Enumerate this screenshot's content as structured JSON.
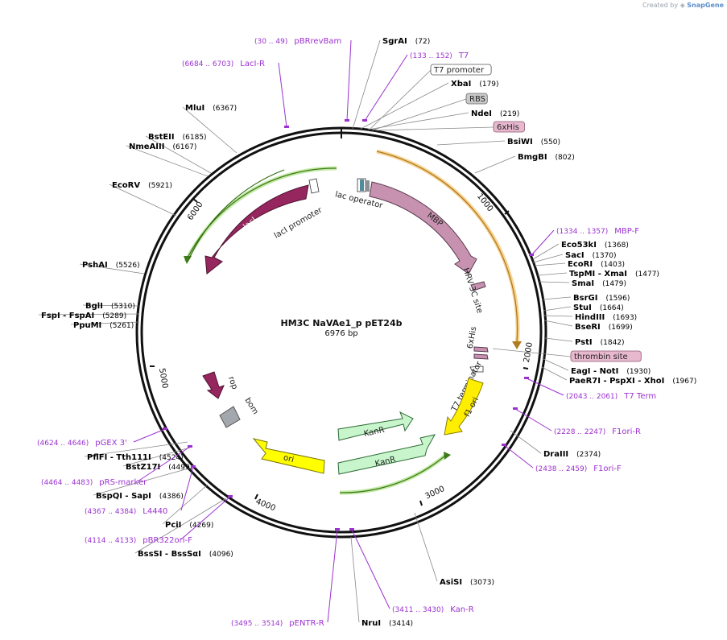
{
  "credit": {
    "prefix": "Created by",
    "brand": "SnapGene"
  },
  "map": {
    "name": "HM3C NaVAe1_p pET24b",
    "length": "6976 bp",
    "ticks": [
      "1000",
      "2000",
      "3000",
      "4000",
      "5000",
      "6000"
    ]
  },
  "sites": [
    {
      "name": "SgrAI",
      "pos": "(72)"
    },
    {
      "name": "XbaI",
      "pos": "(179)"
    },
    {
      "name": "NdeI",
      "pos": "(219)"
    },
    {
      "name": "BsiWI",
      "pos": "(550)"
    },
    {
      "name": "BmgBI",
      "pos": "(802)"
    },
    {
      "name": "Eco53kI",
      "pos": "(1368)"
    },
    {
      "name": "SacI",
      "pos": "(1370)"
    },
    {
      "name": "EcoRI",
      "pos": "(1403)"
    },
    {
      "name": "TspMI - XmaI",
      "pos": "(1477)"
    },
    {
      "name": "SmaI",
      "pos": "(1479)"
    },
    {
      "name": "BsrGI",
      "pos": "(1596)"
    },
    {
      "name": "StuI",
      "pos": "(1664)"
    },
    {
      "name": "HindIII",
      "pos": "(1693)"
    },
    {
      "name": "BseRI",
      "pos": "(1699)"
    },
    {
      "name": "PstI",
      "pos": "(1842)"
    },
    {
      "name": "EagI - NotI",
      "pos": "(1930)"
    },
    {
      "name": "PaeR7I - PspXI - XhoI",
      "pos": "(1967)"
    },
    {
      "name": "DraIII",
      "pos": "(2374)"
    },
    {
      "name": "AsiSI",
      "pos": "(3073)"
    },
    {
      "name": "NruI",
      "pos": "(3414)"
    },
    {
      "name": "BssSI - BssSαI",
      "pos": "(4096)"
    },
    {
      "name": "PciI",
      "pos": "(4269)"
    },
    {
      "name": "BspQI - SapI",
      "pos": "(4386)"
    },
    {
      "name": "BstZ17I",
      "pos": "(4499)"
    },
    {
      "name": "PflFI - Tth111I",
      "pos": "(4524)"
    },
    {
      "name": "PpuMI",
      "pos": "(5261)"
    },
    {
      "name": "FspI - FspAI",
      "pos": "(5289)"
    },
    {
      "name": "BglI",
      "pos": "(5310)"
    },
    {
      "name": "PshAI",
      "pos": "(5526)"
    },
    {
      "name": "EcoRV",
      "pos": "(5921)"
    },
    {
      "name": "NmeAIII",
      "pos": "(6167)"
    },
    {
      "name": "BstEII",
      "pos": "(6185)"
    },
    {
      "name": "MluI",
      "pos": "(6367)"
    }
  ],
  "primers": [
    {
      "name": "pBRrevBam",
      "range": "(30 .. 49)"
    },
    {
      "name": "LacI-R",
      "range": "(6684 .. 6703)"
    },
    {
      "name": "T7",
      "range": "(133 .. 152)"
    },
    {
      "name": "MBP-F",
      "range": "(1334 .. 1357)"
    },
    {
      "name": "T7 Term",
      "range": "(2043 .. 2061)"
    },
    {
      "name": "F1ori-R",
      "range": "(2228 .. 2247)"
    },
    {
      "name": "F1ori-F",
      "range": "(2438 .. 2459)"
    },
    {
      "name": "Kan-R",
      "range": "(3411 .. 3430)"
    },
    {
      "name": "pENTR-R",
      "range": "(3495 .. 3514)"
    },
    {
      "name": "pBR322ori-F",
      "range": "(4114 .. 4133)"
    },
    {
      "name": "L4440",
      "range": "(4367 .. 4384)"
    },
    {
      "name": "pRS-marker",
      "range": "(4464 .. 4483)"
    },
    {
      "name": "pGEX 3'",
      "range": "(4624 .. 4646)"
    }
  ],
  "boxed_features": [
    "T7 promoter",
    "RBS",
    "6xHis",
    "thrombin site"
  ],
  "features": {
    "lac_operator": "lac operator",
    "mbp": "MBP",
    "hrv": "HRV 3C site",
    "his": "6xHis",
    "t7term": "T7 terminator",
    "f1ori": "f1 ori",
    "kanr1": "KanR",
    "kanr2": "KanR",
    "ori": "ori",
    "rop": "rop",
    "bom": "bom",
    "laci": "lacI",
    "laci_promoter": "lacI promoter"
  },
  "colors": {
    "mbp": "#c792b0",
    "laci": "#96265e",
    "rop": "#96265e",
    "kanr": "#c8f5cc",
    "ori": "#ffff00",
    "f1ori": "#ffee00",
    "bom": "#a3a8ae",
    "orf_orange": "#f2b54a",
    "orf_green": "#b5e58e",
    "primer": "#9b32d0",
    "backbone": "#111111"
  }
}
